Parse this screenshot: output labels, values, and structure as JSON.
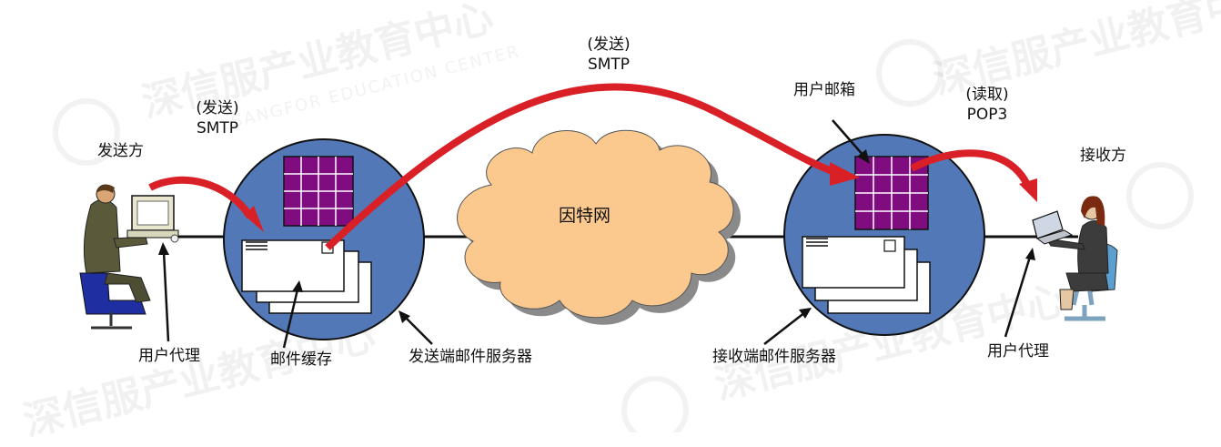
{
  "watermark": {
    "text": "深信服产业教育中心",
    "subtext": "SANGFOR EDUCATION CENTER"
  },
  "labels": {
    "sender": "发送方",
    "sender_protocol_action": "(发送)",
    "sender_protocol": "SMTP",
    "relay_protocol_action": "(发送)",
    "relay_protocol": "SMTP",
    "mailbox": "用户邮箱",
    "receiver_protocol_action": "(读取)",
    "receiver_protocol": "POP3",
    "receiver": "接收方",
    "internet": "因特网",
    "user_agent_left": "用户代理",
    "mail_cache": "邮件缓存",
    "sending_server": "发送端邮件服务器",
    "receiving_server": "接收端邮件服务器",
    "user_agent_right": "用户代理"
  },
  "colors": {
    "server_circle": "#5378b8",
    "queue_grid": "#7f0d7f",
    "cloud": "#fbc88d",
    "arrow": "#d92027"
  }
}
